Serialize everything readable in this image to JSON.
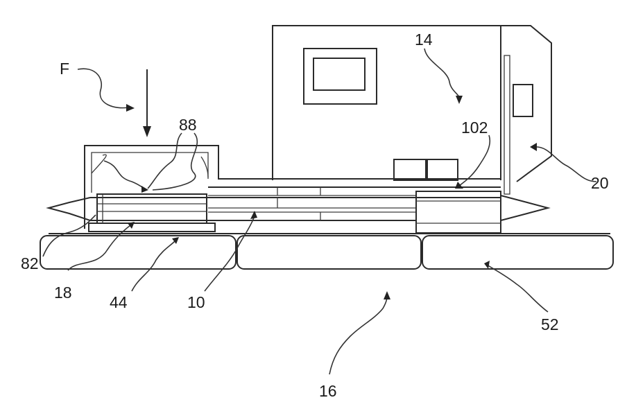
{
  "labels": {
    "force": "F",
    "ref_88": "88",
    "ref_14": "14",
    "ref_102": "102",
    "ref_20": "20",
    "ref_82": "82",
    "ref_18": "18",
    "ref_44": "44",
    "ref_10": "10",
    "ref_52": "52",
    "ref_16": "16"
  }
}
